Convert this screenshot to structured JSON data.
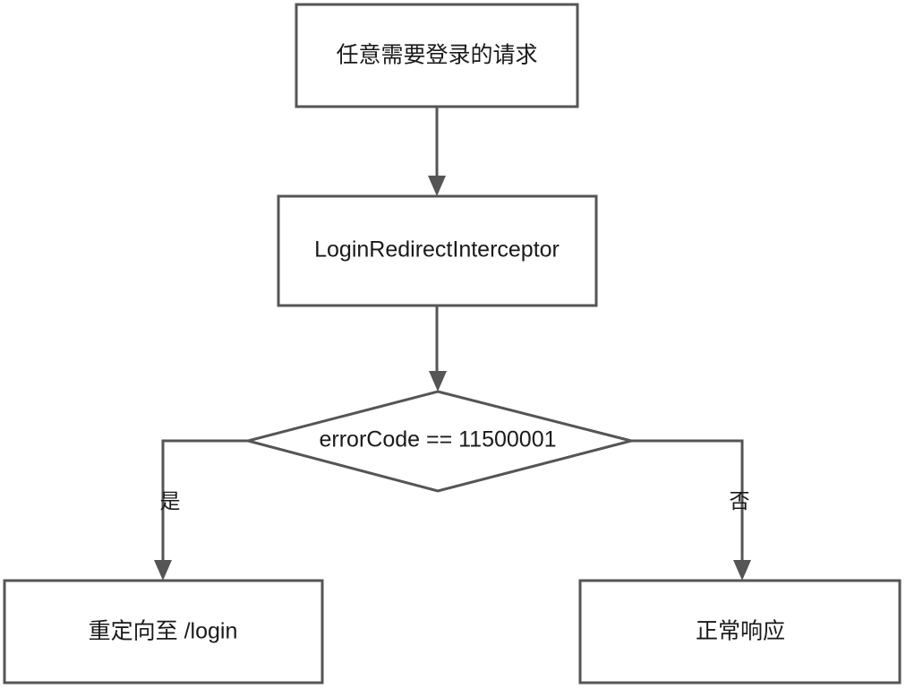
{
  "diagram": {
    "type": "flowchart",
    "orientation": "top-to-bottom",
    "background_color": "#ffffff",
    "stroke_color": "#555555",
    "text_color": "#1a1a1a",
    "nodes": [
      {
        "id": "request",
        "shape": "rectangle",
        "label": "任意需要登录的请求"
      },
      {
        "id": "interceptor",
        "shape": "rectangle",
        "label": "LoginRedirectInterceptor"
      },
      {
        "id": "condition",
        "shape": "diamond",
        "label": "errorCode == 11500001"
      },
      {
        "id": "redirect",
        "shape": "rectangle",
        "label": "重定向至 /login"
      },
      {
        "id": "normal",
        "shape": "rectangle",
        "label": "正常响应"
      }
    ],
    "edges": [
      {
        "from": "request",
        "to": "interceptor",
        "label": ""
      },
      {
        "from": "interceptor",
        "to": "condition",
        "label": ""
      },
      {
        "from": "condition",
        "to": "redirect",
        "label": "是"
      },
      {
        "from": "condition",
        "to": "normal",
        "label": "否"
      }
    ]
  }
}
